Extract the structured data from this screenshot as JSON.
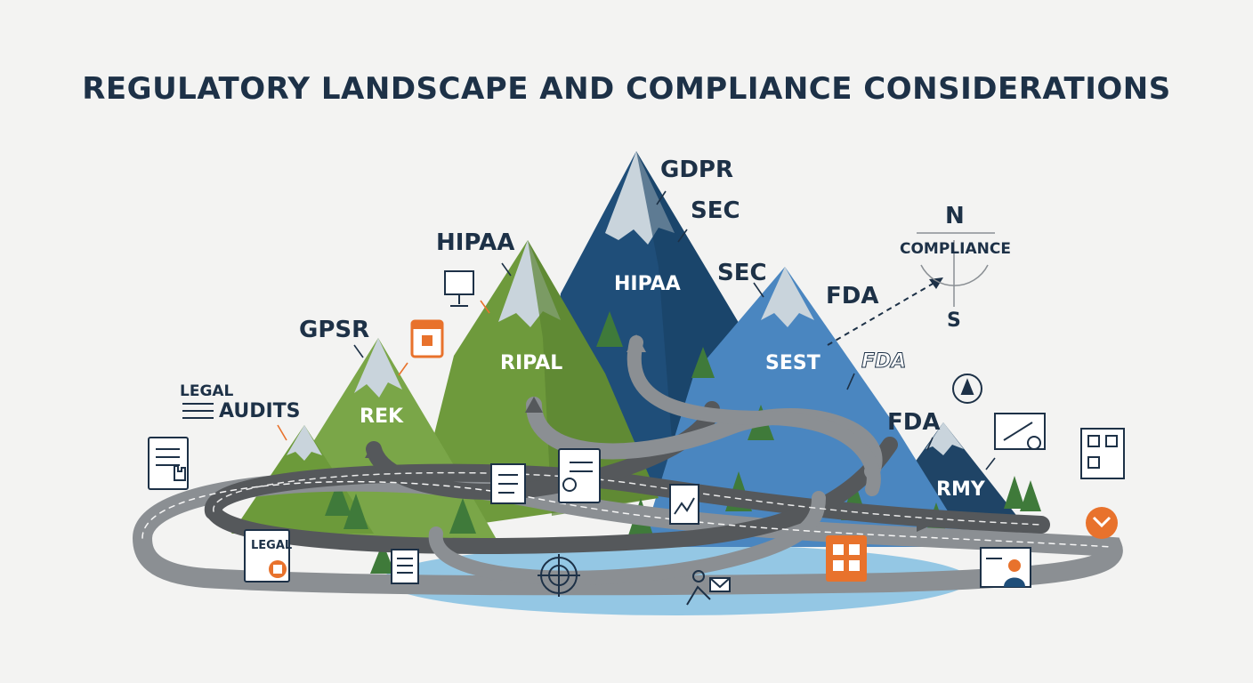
{
  "title": "REGULATORY LANDSCAPE AND COMPLIANCE CONSIDERATIONS",
  "peak_labels": {
    "gdpr": "GDPR",
    "sec_top": "SEC",
    "hipaa_left": "HIPAA",
    "sec_right": "SEC",
    "fda_mid": "FDA",
    "gpsr": "GPSR",
    "fda_low": "FDA",
    "legal": "LEGAL",
    "audits": "AUDITS"
  },
  "mountain_labels": {
    "hipaa": "HIPAA",
    "ripal": "RIPAL",
    "rek": "REK",
    "sest": "SEST",
    "rmy": "RMY"
  },
  "compass": {
    "north": "N",
    "south": "S",
    "label": "COMPLIANCE"
  },
  "doc_labels": {
    "legal_doc": "LEGAL",
    "fda_logo": "FDA"
  },
  "colors": {
    "title": "#1d3147",
    "green_mountain": "#6e9a3c",
    "dark_blue_mountain": "#1f4e79",
    "light_blue_mountain": "#4a86c0",
    "snow": "#c9d4dc",
    "road": "#585b5e",
    "accent_orange": "#e8722c",
    "lake": "#8ac2e2"
  }
}
